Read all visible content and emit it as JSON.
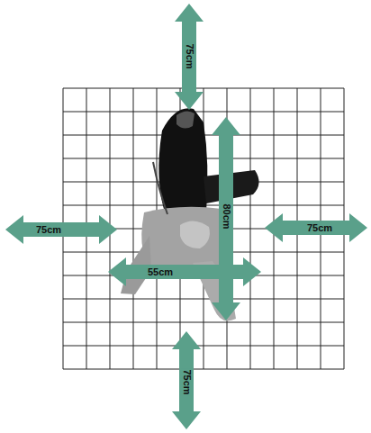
{
  "diagram": {
    "labels": [
      "75cm",
      "80cm",
      "75cm",
      "75cm",
      "55cm",
      "75cm"
    ]
  }
}
